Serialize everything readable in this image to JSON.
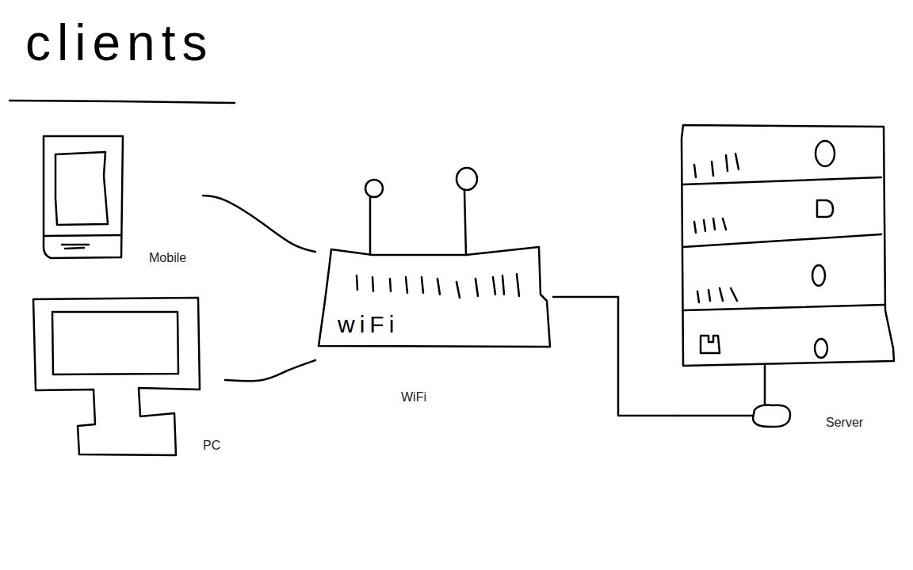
{
  "diagram": {
    "title": "clients",
    "nodes": [
      {
        "text": [
          "Mobile"
        ]
      },
      {
        "text": [
          "PC"
        ]
      },
      {
        "text": [
          "wiFi",
          "WiFi"
        ]
      },
      {
        "text": [
          "Server"
        ]
      }
    ],
    "edges": [
      {
        "from": 0,
        "to": 2,
        "arrow": "none"
      },
      {
        "from": 1,
        "to": 2,
        "arrow": "none"
      },
      {
        "from": 2,
        "to": 3,
        "arrow": "none"
      }
    ]
  }
}
